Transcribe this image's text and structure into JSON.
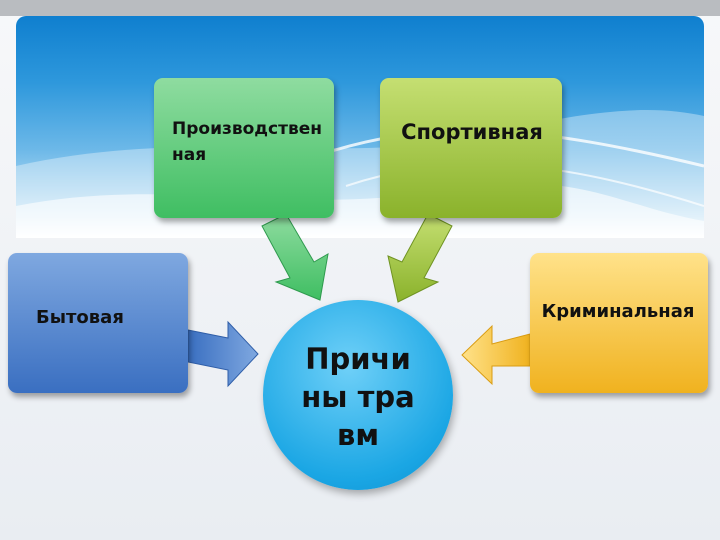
{
  "center": {
    "label": "Причины травм"
  },
  "boxes": {
    "household": {
      "label": "Бытовая",
      "color": "#4a7ccb"
    },
    "industrial": {
      "label": "Производственная",
      "color": "#4cc46c"
    },
    "sport": {
      "label": "Спортивная",
      "color": "#9cc13a"
    },
    "criminal": {
      "label": "Криминальная",
      "color": "#f5bf35"
    }
  },
  "colors": {
    "center": "#1aa6e4",
    "banner_top": "#0f7fcf"
  }
}
